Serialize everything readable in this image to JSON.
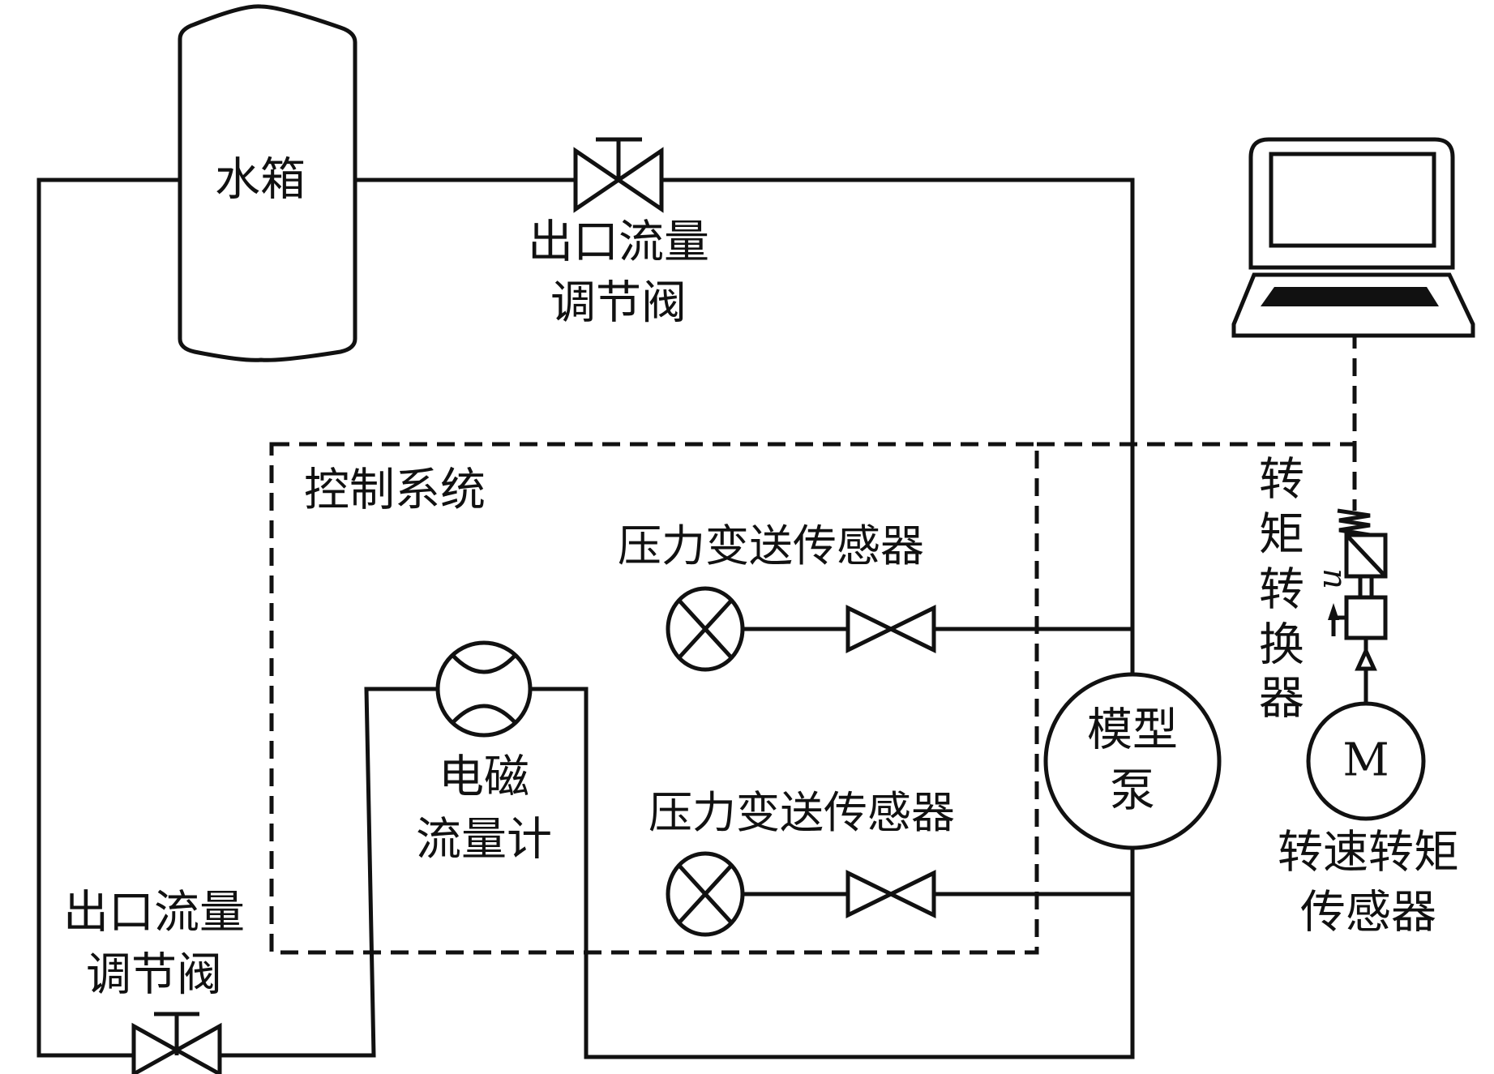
{
  "diagram": {
    "type": "pump test rig schematic",
    "colors": {
      "line": "#111111",
      "background": "#ffffff"
    },
    "components": {
      "water_tank": {
        "label": "水箱"
      },
      "top_valve": {
        "label_line1": "出口流量",
        "label_line2": "调节阀"
      },
      "bottom_valve": {
        "label_line1": "出口流量",
        "label_line2": "调节阀"
      },
      "control_system": {
        "label": "控制系统"
      },
      "pressure_sensor_top": {
        "label": "压力变送传感器"
      },
      "pressure_sensor_bottom": {
        "label": "压力变送传感器"
      },
      "flowmeter": {
        "label_line1": "电磁",
        "label_line2": "流量计"
      },
      "model_pump": {
        "label_line1": "模型",
        "label_line2": "泵"
      },
      "torque_converter": {
        "label_chars": [
          "转",
          "矩",
          "转",
          "换",
          "器"
        ],
        "speed_symbol": "n"
      },
      "motor": {
        "label": "M"
      },
      "speed_torque_sensor": {
        "label_line1": "转速转矩",
        "label_line2": "传感器"
      },
      "computer": {
        "icon": "laptop-icon"
      }
    }
  }
}
